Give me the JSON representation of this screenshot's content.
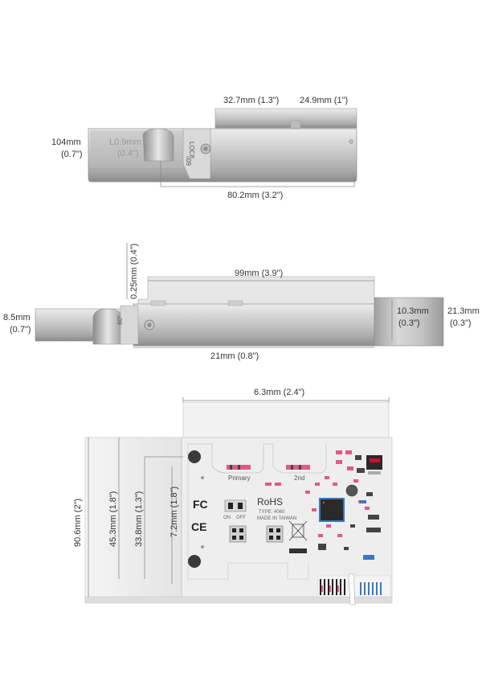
{
  "top_view": {
    "dim_top_left": "32.7mm (1.3\")",
    "dim_top_right": "24.9mm (1\")",
    "dim_left_line1": "104mm",
    "dim_left_line2": "(0.7\")",
    "dim_bottom": "80.2mm (3.2\")",
    "faint_text_1": "L0.9mm",
    "faint_text_2": "(0.4\")",
    "bracket_text": "LOC8",
    "bracket_text_2": "60°"
  },
  "side_view": {
    "dim_top": "99mm (3.9\")",
    "dim_vertical_left": "0.25mm (0.4\")",
    "dim_left_line1": "8.5mm",
    "dim_left_line2": "(0.7\")",
    "dim_inner_right_line1": "10.3mm",
    "dim_inner_right_line2": "(0.3\")",
    "dim_right_line1": "21.3mm",
    "dim_right_line2": "(0.3\")",
    "dim_bottom": "21mm (0.8\")",
    "bracket_text": "60°"
  },
  "board_view": {
    "dim_top": "6.3mm (2.4\")",
    "dim_v1": "90.6mm (2\")",
    "dim_v2": "45.3mm (1.8\")",
    "dim_v3": "33.8mm (1.3\")",
    "dim_v4": "7.2mm (1.8\")",
    "label_primary": "Primary",
    "label_2nd": "2nd",
    "mark_fc": "FC",
    "mark_ce": "CE",
    "mark_rohs": "RoHS",
    "rohs_sub_1": "TYPE: 4060",
    "rohs_sub_2": "MADE IN TAIWAN",
    "switch_on": "ON",
    "switch_off": "OFF"
  },
  "colors": {
    "metal_light": "#d6d6d6",
    "metal_dark": "#8c8c8c",
    "board": "#ececec",
    "pcb_accent_red": "#c8102e",
    "pcb_accent_pink": "#e05a86",
    "chip_blue": "#3b78c4"
  }
}
